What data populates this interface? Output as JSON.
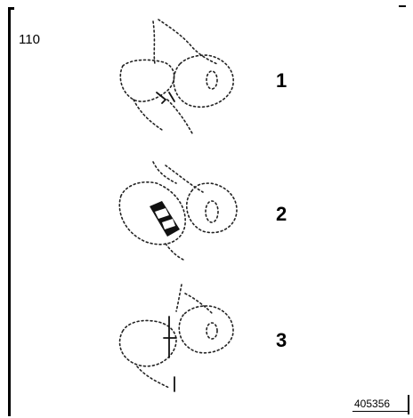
{
  "figure": {
    "number": "110",
    "reference": "405356"
  },
  "steps": [
    {
      "label": "1"
    },
    {
      "label": "2"
    },
    {
      "label": "3"
    }
  ]
}
